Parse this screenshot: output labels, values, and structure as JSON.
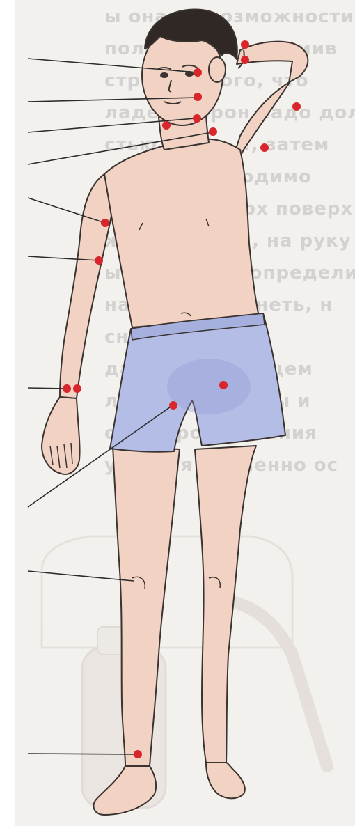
{
  "background_text_lines": [
    "ы она по возможности",
    "положить, выпрямив",
    "страдав- того, что",
    "ладе- сторон надо дольше",
    "стью, сорт ..., затем",
    "кожу, необходимо ",
    "бинтом поверх поверх",
    "жгут повязан, на руку",
    "ывам можно определить",
    "начинает оденеть, н",
    "снять повязку",
    "давление пальцем",
    "латься ..., чтобы и",
    "овки кровотечения",
    "удается временно ос"
  ],
  "colors": {
    "skin": "#f1d2c3",
    "skin_shade": "#e5b9a6",
    "hair": "#2f2824",
    "shorts": "#b4bde6",
    "shorts_dark": "#8f99cf",
    "outline": "#3a3330",
    "point": "#d9252c",
    "line": "#2b2b2b"
  },
  "icons": {
    "pressure_point": "red-dot-icon"
  }
}
